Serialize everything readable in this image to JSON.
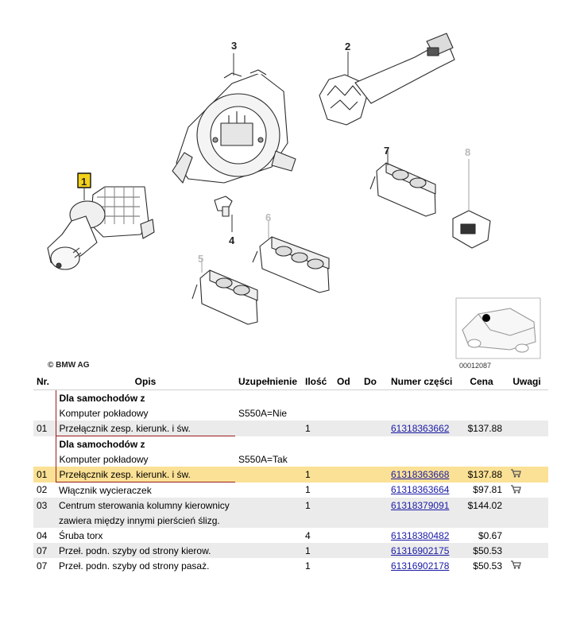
{
  "diagram": {
    "callouts": [
      "1",
      "2",
      "3",
      "4",
      "5",
      "6",
      "7",
      "8"
    ],
    "copyright": "© BMW AG",
    "diagram_id": "00012087"
  },
  "table": {
    "headers": {
      "nr": "Nr.",
      "opis": "Opis",
      "uzupelnienie": "Uzupełnienie",
      "ilosc": "Ilość",
      "od": "Od",
      "do": "Do",
      "numer": "Numer części",
      "cena": "Cena",
      "uwagi": "Uwagi"
    },
    "group1": {
      "title": "Dla samochodów z",
      "subtitle": "Komputer pokładowy",
      "uzupelnienie": "S550A=Nie"
    },
    "group2": {
      "title": "Dla samochodów z",
      "subtitle": "Komputer pokładowy",
      "uzupelnienie": "S550A=Tak"
    },
    "rows": [
      {
        "nr": "01",
        "opis": "Przełącznik zesp. kierunk. i św.",
        "ilosc": "1",
        "numer": "61318363662",
        "cena": "$137.88"
      },
      {
        "nr": "01",
        "opis": "Przełącznik zesp. kierunk. i św.",
        "ilosc": "1",
        "numer": "61318363668",
        "cena": "$137.88"
      },
      {
        "nr": "02",
        "opis": "Włącznik wycieraczek",
        "ilosc": "1",
        "numer": "61318363664",
        "cena": "$97.81"
      },
      {
        "nr": "03",
        "opis": "Centrum sterowania kolumny kierownicy",
        "opis2": "zawiera między innymi pierścień ślizg.",
        "ilosc": "1",
        "numer": "61318379091",
        "cena": "$144.02"
      },
      {
        "nr": "04",
        "opis": "Śruba torx",
        "ilosc": "4",
        "numer": "61318380482",
        "cena": "$0.67"
      },
      {
        "nr": "07",
        "opis": "Przeł. podn. szyby od strony kierow.",
        "ilosc": "1",
        "numer": "61316902175",
        "cena": "$50.53"
      },
      {
        "nr": "07",
        "opis": "Przeł. podn. szyby od strony pasaż.",
        "ilosc": "1",
        "numer": "61316902178",
        "cena": "$50.53"
      }
    ]
  },
  "colors": {
    "highlight": "#fbe195",
    "row_gray": "#ebebeb",
    "link": "#1a1aa6",
    "bracket": "#9b1c1c",
    "callout_box": "#f2d21a"
  }
}
